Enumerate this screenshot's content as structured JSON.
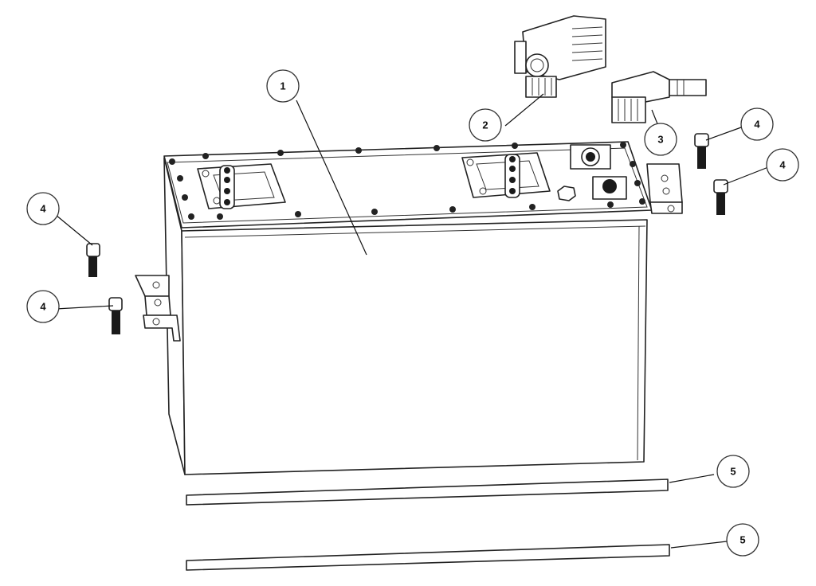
{
  "callouts": {
    "c1": "1",
    "c2": "2",
    "c3": "3",
    "c4a": "4",
    "c4b": "4",
    "c4c": "4",
    "c4d": "4",
    "c5a": "5",
    "c5b": "5"
  },
  "colors": {
    "line": "#222222",
    "background": "#ffffff"
  }
}
